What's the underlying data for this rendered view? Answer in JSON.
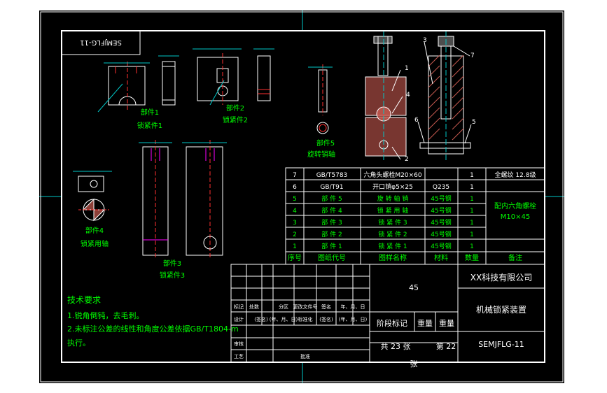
{
  "title_block": {
    "top_stamp": "SEMJFLG-11",
    "company": "XX科技有限公司",
    "drawing_name": "机械锁紧装置",
    "drawing_no": "SEMJFLG-11",
    "scale_value": "45",
    "stage_mark": "阶段标记",
    "weight": "重量",
    "ratio": "重量",
    "total_sheets": "共 23 张",
    "sheet_no": "第 22",
    "sheet_suffix": "张",
    "labels": {
      "mark": "标记",
      "count": "处数",
      "zone": "分区",
      "change_doc": "更改文件号",
      "signature": "签名",
      "date": "年、月、日",
      "design": "设计",
      "sig1": "(签名)",
      "date1": "(年、月、日)",
      "standard": "标准化",
      "sig2": "(签名)",
      "date2": "(年、月、日)",
      "review": "审核",
      "process": "工艺",
      "approve": "批准"
    }
  },
  "bom": {
    "rows": [
      {
        "no": "7",
        "code": "GB/T5783",
        "name": "六角头螺栓M20×60",
        "material": "",
        "qty": "1",
        "note": "全螺纹 12.8级"
      },
      {
        "no": "6",
        "code": "GB/T91",
        "name": "开口销φ5×25",
        "material": "Q235",
        "qty": "1",
        "note": ""
      },
      {
        "no": "5",
        "code": "部 件 5",
        "name": "旋 转 轴 销",
        "material": "45号钢",
        "qty": "1",
        "note": ""
      },
      {
        "no": "4",
        "code": "部 件 4",
        "name": "锁 紧 用 轴",
        "material": "45号钢",
        "qty": "1",
        "note": ""
      },
      {
        "no": "3",
        "code": "部 件 3",
        "name": "锁 紧 件 3",
        "material": "45号钢",
        "qty": "1",
        "note": ""
      },
      {
        "no": "2",
        "code": "部 件 2",
        "name": "锁 紧 件 2",
        "material": "45号钢",
        "qty": "1",
        "note": ""
      },
      {
        "no": "1",
        "code": "部 件 1",
        "name": "锁 紧 件 1",
        "material": "45号钢",
        "qty": "1",
        "note": ""
      }
    ],
    "merged_note": "配内六角螺栓",
    "merged_note2": "M10×45",
    "header": {
      "no": "序号",
      "code": "图纸代号",
      "name": "图样名称",
      "material": "材料",
      "qty": "数量",
      "note": "备注"
    }
  },
  "parts": {
    "p1_a": "部件1",
    "p1_b": "锁紧件1",
    "p2_a": "部件2",
    "p2_b": "锁紧件2",
    "p3_a": "部件3",
    "p3_b": "锁紧件3",
    "p4_a": "部件4",
    "p4_b": "锁紧用轴",
    "p5_a": "部件5",
    "p5_b": "旋转销轴"
  },
  "balloons": [
    "1",
    "2",
    "3",
    "4",
    "5",
    "6",
    "7"
  ],
  "tech": {
    "heading": "技术要求",
    "line1": "1.锐角倒钝，去毛刺。",
    "line2": "2.未标注公差的线性和角度公差依据GB/T1804-m",
    "line3": "执行。"
  }
}
